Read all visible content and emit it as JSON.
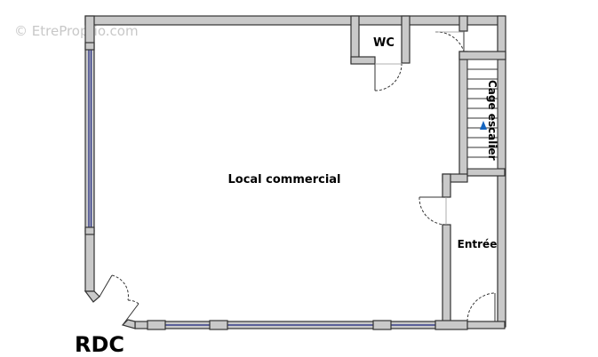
{
  "watermark": "© EtreProprio.com",
  "floor_label": "RDC",
  "rooms": {
    "commercial": "Local commercial",
    "wc": "WC",
    "stairs": "Cage escalier",
    "entrance": "Entrée"
  },
  "colors": {
    "wall_fill": "#c9c9c9",
    "wall_stroke": "#333333",
    "window": "#1a237e",
    "stair_arrow": "#1565c0"
  }
}
